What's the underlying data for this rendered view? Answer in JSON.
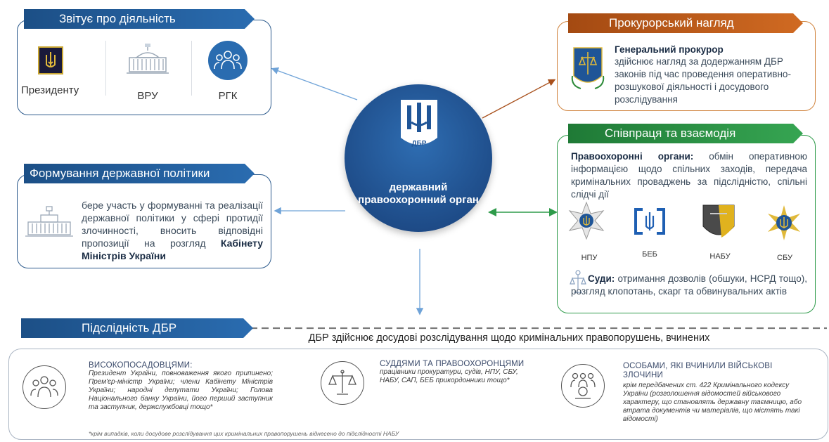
{
  "reports": {
    "title": "Звітує про діяльність",
    "items": [
      {
        "label": "Президенту",
        "icon": "president-emblem-icon"
      },
      {
        "label": "ВРУ",
        "icon": "parliament-building-icon"
      },
      {
        "label": "РГК",
        "icon": "people-group-icon"
      }
    ]
  },
  "policy": {
    "title": "Формування державної політики",
    "text": "бере участь у формуванні та реалізації державної політики у сфері протидії злочинності, вносить відповідні пропозиції на розгляд",
    "text_bold": "Кабінету Міністрів України"
  },
  "center": {
    "logo_text": "ДБР",
    "caption_line1": "державний",
    "caption_line2": "правоохоронний орган"
  },
  "prosecutor": {
    "title": "Прокурорський нагляд",
    "head": "Генеральний прокурор",
    "text": "здійснює нагляд за додержанням ДБР законів під час проведення оперативно-розшукової діяльності і досудового розслідування"
  },
  "cooperation": {
    "title": "Співпраця та взаємодія",
    "lea_head": "Правоохоронні органи:",
    "lea_text": " обмін оперативною інформацією щодо спільних заходів, передача кримінальних проваджень за підслідністю, спільні слідчі дії",
    "agencies": [
      "НПУ",
      "БЕБ",
      "НАБУ",
      "СБУ"
    ],
    "courts_head": "Суди:",
    "courts_text": " отримання дозволів (обшуки, НСРД тощо), розгляд клопотань, скарг та обвинувальних актів"
  },
  "jurisdiction": {
    "title": "Підслідність ДБР",
    "intro": "ДБР здійснює досудові розслідування щодо кримінальних правопорушень, вчинених",
    "groups": [
      {
        "head": "ВИСОКОПОСАДОВЦЯМИ:",
        "text": "Президент України, повноваження якого припинено; Прем'єр-міністр України; члени Кабінету Міністрів України; народні депутати України; Голова Національного банку України, його перший заступник та заступник, держслужбовці тощо*"
      },
      {
        "head": "СУДДЯМИ ТА ПРАВООХОРОНЦЯМИ",
        "text": "працівники прокуратури, судів, НПУ, СБУ, НАБУ, САП, БЕБ прикордонники тощо*"
      },
      {
        "head": "ОСОБАМИ, ЯКІ ВЧИНИЛИ ВІЙСЬКОВІ ЗЛОЧИНИ",
        "text": "крім передбачених ст. 422 Кримінального кодексу України (розголошення відомостей військового характеру, що становлять державну таємницю, або втрата документів чи матеріалів, що містять такі відомості)"
      }
    ],
    "footnote": "*крім випадків, коли досудове розслідування цих кримінальних правопорушень віднесено до підслідності НАБУ"
  },
  "colors": {
    "blue": "#1e5a98",
    "orange": "#c4621c",
    "green": "#2e8b3a"
  }
}
